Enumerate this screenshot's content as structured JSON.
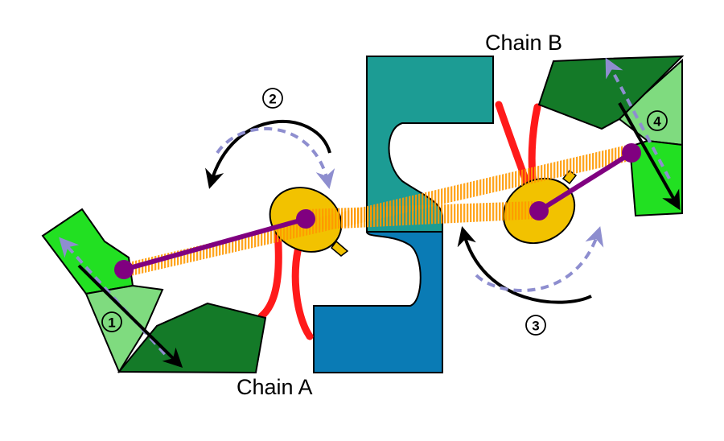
{
  "labels": {
    "chain_a": "Chain A",
    "chain_b": "Chain B"
  },
  "steps": {
    "step_1": "1",
    "step_2": "2",
    "step_3": "3",
    "step_4": "4"
  },
  "colors": {
    "dark_green": "#147A28",
    "bright_green": "#22E022",
    "light_green": "#7FDB7F",
    "teal": "#1C9C94",
    "blue": "#0A7BB5",
    "purple": "#800080",
    "yellow": "#F2C200",
    "red": "#FF1A1A",
    "orange": "#FF9900",
    "lavender": "#8E8ECF",
    "black": "#000000"
  }
}
